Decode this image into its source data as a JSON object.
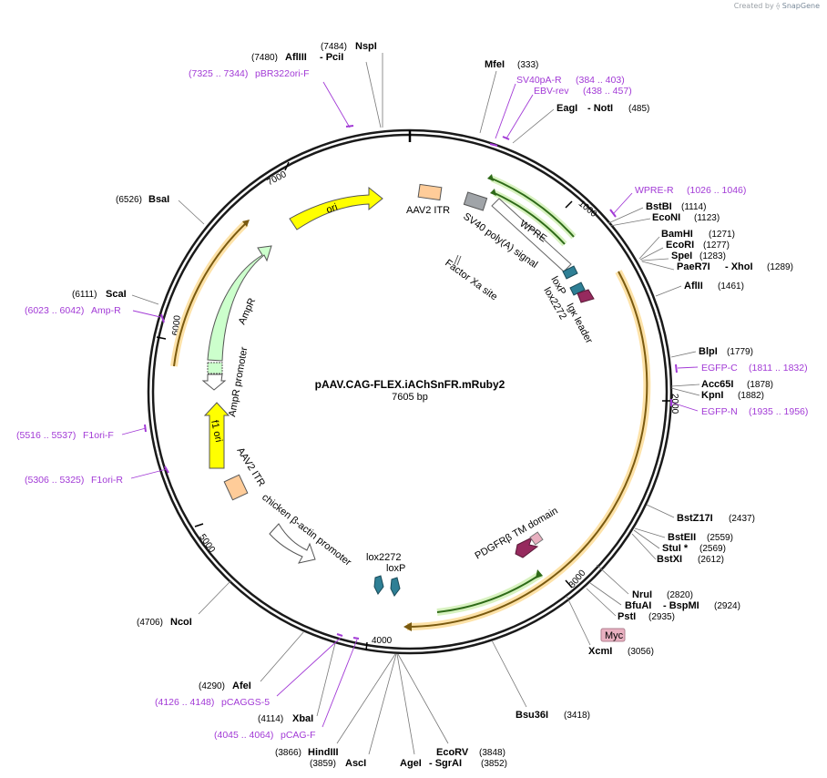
{
  "credit": {
    "created_by": "Created by",
    "brand": "SnapGene"
  },
  "plasmid": {
    "name": "pAAV.CAG-FLEX.iAChSnFR.mRuby2",
    "size": "7605 bp"
  },
  "ticks": [
    "1000",
    "2000",
    "3000",
    "4000",
    "5000",
    "6000",
    "7000"
  ],
  "sites": [
    {
      "name": "NspI",
      "pos": "(7484)"
    },
    {
      "name": "AflIII",
      "pos": "(7480)",
      "extra": "- PciI"
    },
    {
      "name": "MfeI",
      "pos": "(333)"
    },
    {
      "name": "EagI",
      "pos": "(485)",
      "extra": "- NotI"
    },
    {
      "name": "BstBI",
      "pos": "(1114)"
    },
    {
      "name": "EcoNI",
      "pos": "(1123)"
    },
    {
      "name": "BamHI",
      "pos": "(1271)"
    },
    {
      "name": "EcoRI",
      "pos": "(1277)"
    },
    {
      "name": "SpeI",
      "pos": "(1283)"
    },
    {
      "name": "PaeR7I",
      "pos": "(1289)",
      "extra": "- XhoI"
    },
    {
      "name": "AflII",
      "pos": "(1461)"
    },
    {
      "name": "BlpI",
      "pos": "(1779)"
    },
    {
      "name": "Acc65I",
      "pos": "(1878)"
    },
    {
      "name": "KpnI",
      "pos": "(1882)"
    },
    {
      "name": "BstZ17I",
      "pos": "(2437)"
    },
    {
      "name": "BstEII",
      "pos": "(2559)"
    },
    {
      "name": "StuI *",
      "pos": "(2569)"
    },
    {
      "name": "BstXI",
      "pos": "(2612)"
    },
    {
      "name": "NruI",
      "pos": "(2820)"
    },
    {
      "name": "BfuAI",
      "pos": "(2924)",
      "extra": "- BspMI"
    },
    {
      "name": "PstI",
      "pos": "(2935)"
    },
    {
      "name": "XcmI",
      "pos": "(3056)"
    },
    {
      "name": "Bsu36I",
      "pos": "(3418)"
    },
    {
      "name": "EcoRV",
      "pos": "(3848)"
    },
    {
      "name": "AgeI",
      "pos": "(3852)",
      "extra": "- SgrAI"
    },
    {
      "name": "AscI",
      "pos": "(3859)"
    },
    {
      "name": "HindIII",
      "pos": "(3866)"
    },
    {
      "name": "XbaI",
      "pos": "(4114)"
    },
    {
      "name": "AfeI",
      "pos": "(4290)"
    },
    {
      "name": "NcoI",
      "pos": "(4706)"
    },
    {
      "name": "ScaI",
      "pos": "(6111)"
    },
    {
      "name": "BsaI",
      "pos": "(6526)"
    }
  ],
  "primers": [
    {
      "name": "pBR322ori-F",
      "range": "(7325 .. 7344)"
    },
    {
      "name": "SV40pA-R",
      "range": "(384 .. 403)"
    },
    {
      "name": "EBV-rev",
      "range": "(438 .. 457)"
    },
    {
      "name": "WPRE-R",
      "range": "(1026 .. 1046)"
    },
    {
      "name": "EGFP-C",
      "range": "(1811 .. 1832)"
    },
    {
      "name": "EGFP-N",
      "range": "(1935 .. 1956)"
    },
    {
      "name": "Amp-R",
      "range": "(6023 .. 6042)"
    },
    {
      "name": "F1ori-F",
      "range": "(5516 .. 5537)"
    },
    {
      "name": "F1ori-R",
      "range": "(5306 .. 5325)"
    },
    {
      "name": "pCAGGS-5",
      "range": "(4126 .. 4148)"
    },
    {
      "name": "pCAG-F",
      "range": "(4045 .. 4064)"
    }
  ],
  "features": {
    "ori": "ori",
    "aav_itr_top": "AAV2 ITR",
    "sv40_polya": "SV40 poly(A) signal",
    "wpre": "WPRE",
    "factor_xa": "Factor Xa site",
    "loxp_top": "loxP",
    "lox2272_top": "lox2272",
    "igk_leader": "Igκ leader",
    "ampr": "AmpR",
    "ampr_promoter": "AmpR promoter",
    "f1_ori": "f1 ori",
    "aav_itr_bottom": "AAV2 ITR",
    "cba_promoter": "chicken β-actin promoter",
    "lox2272_bottom": "lox2272",
    "loxp_bottom": "loxP",
    "pdgfr": "PDGFRβ TM domain",
    "myc": "Myc"
  },
  "colors": {
    "backbone": "#1a1a1a",
    "primer": "#a23ad6",
    "ori": "#ffff00",
    "ampr": "#ccffcc",
    "itr": "#ffcc99",
    "cds_orange": "#f0a030",
    "cds_green": "#55aa22",
    "lox": "#2e7f95",
    "pdgfr": "#962a5e",
    "myc": "#e8b0c0"
  }
}
